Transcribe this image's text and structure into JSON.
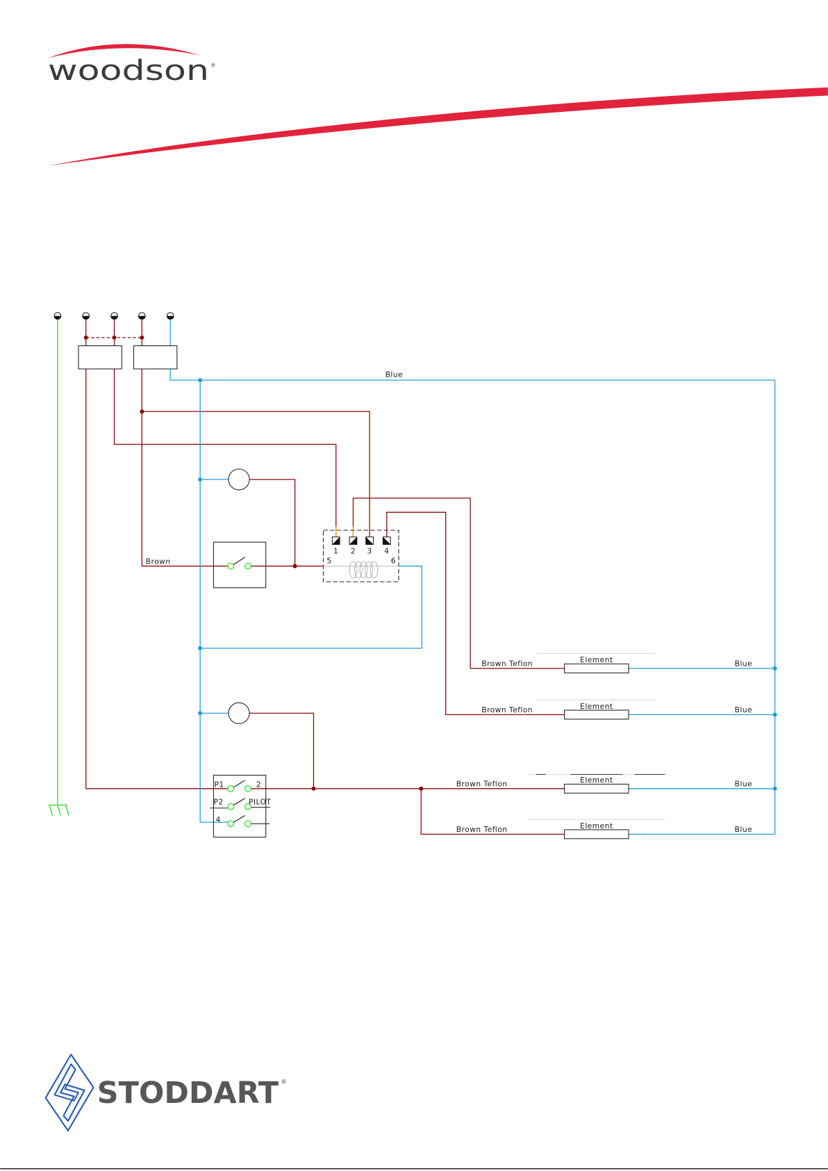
{
  "header": {
    "brand": "woodson",
    "brand_mark": "®"
  },
  "diagram": {
    "supply_label": "Blue",
    "control_label": "Brown",
    "regulator": {
      "terminals": [
        "1",
        "2",
        "3",
        "4"
      ],
      "coil_terminals": [
        "5",
        "6"
      ]
    },
    "elements": [
      {
        "feed": "Brown Teflon",
        "name": "Element",
        "return": "Blue"
      },
      {
        "feed": "Brown Teflon",
        "name": "Element",
        "return": "Blue"
      },
      {
        "feed": "Brown Teflon",
        "name": "Element",
        "return": "Blue"
      },
      {
        "feed": "Brown Teflon",
        "name": "Element",
        "return": "Blue"
      }
    ],
    "selector": {
      "in_1": "P1",
      "out_1": "2",
      "in_2": "P2",
      "out_2": "PILOT",
      "in_3": "4"
    }
  },
  "footer": {
    "brand": "STODDART",
    "brand_mark": "®"
  },
  "colors": {
    "brand_red": "#e2233c",
    "live_wire": "#8b0a0a",
    "neutral_wire": "#1ea0d8",
    "earth_wire": "#33dd33",
    "jumper_wire": "#f0a020",
    "stoddart_blue": "#2a5db0",
    "text": "#1a1a1a"
  }
}
